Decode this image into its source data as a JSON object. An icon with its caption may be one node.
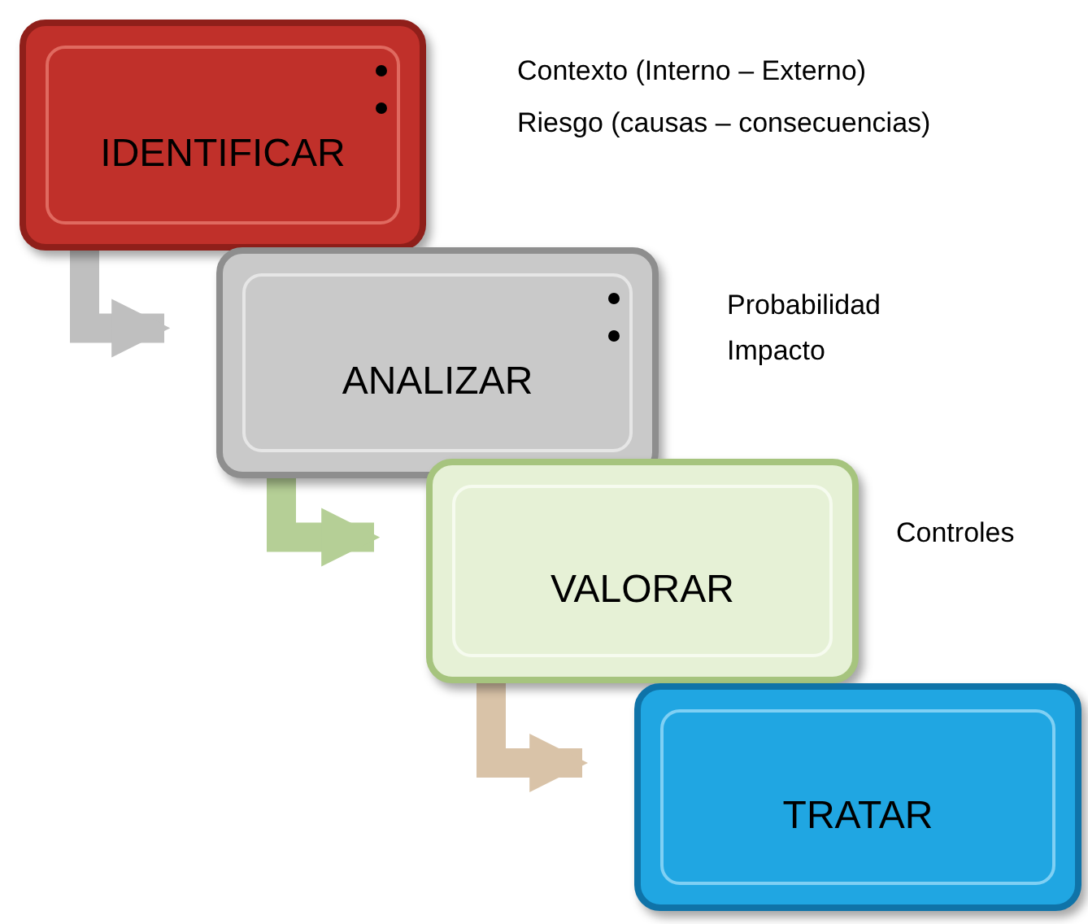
{
  "diagram": {
    "nodes": [
      {
        "text": [
          "IDENTIFICAR"
        ],
        "beside": [
          "Contexto (Interno – Externo)",
          "Riesgo (causas – consecuencias)"
        ]
      },
      {
        "text": [
          "ANALIZAR"
        ],
        "beside": [
          "Probabilidad",
          "Impacto"
        ]
      },
      {
        "text": [
          "VALORAR"
        ],
        "beside": [
          "Controles"
        ]
      },
      {
        "text": [
          "TRATAR"
        ]
      }
    ],
    "edges": [
      {
        "from": 0,
        "to": 1,
        "arrow": "to",
        "color": "#bfbfbf"
      },
      {
        "from": 1,
        "to": 2,
        "arrow": "to",
        "color": "#b5cf96"
      },
      {
        "from": 2,
        "to": 3,
        "arrow": "to",
        "color": "#d9c3a8"
      }
    ]
  }
}
